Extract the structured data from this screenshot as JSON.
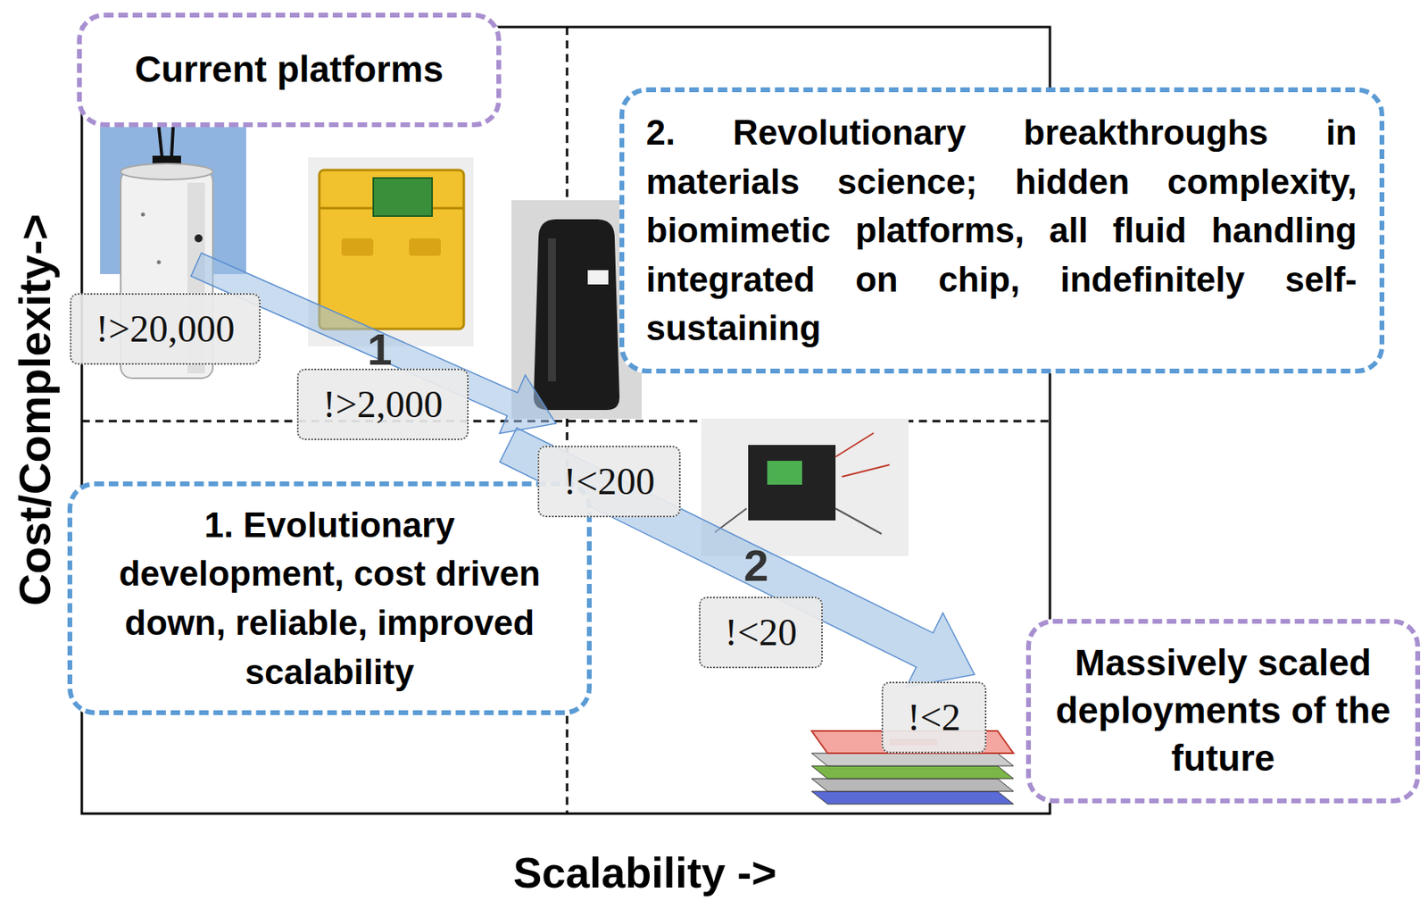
{
  "diagram": {
    "nodes": [
      {
        "text": [
          "Current platforms"
        ]
      },
      {
        "text": [
          "2. Revolutionary breakthroughs in materials science; hidden complexity, biomimetic platforms, all fluid handling integrated on chip, indefinitely self-sustaining"
        ]
      },
      {
        "text": [
          "!>20,000"
        ]
      },
      {
        "text": [
          "!>2,000"
        ]
      },
      {
        "text": [
          "!<200"
        ]
      },
      {
        "text": [
          "1. Evolutionary development, cost driven down, reliable, improved scalability"
        ]
      },
      {
        "text": [
          "!<20"
        ]
      },
      {
        "text": [
          "!<2"
        ]
      },
      {
        "text": [
          "Massively scaled deployments of the future"
        ]
      }
    ],
    "labels": [
      "Cost/Complexity->",
      "1",
      "2",
      "Scalability ->"
    ]
  }
}
